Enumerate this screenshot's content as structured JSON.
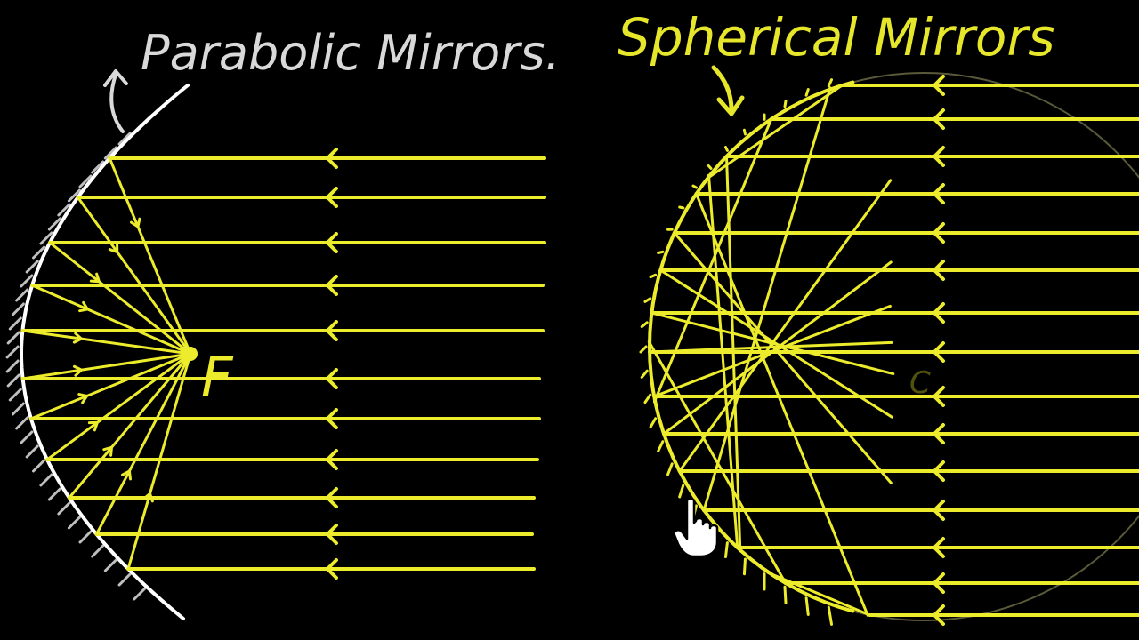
{
  "colors": {
    "background": "#000000",
    "ray": "#ecec2c",
    "parabola_mirror": "#ffffff",
    "left_title": "#d9d9d9",
    "right_title": "#e6e62a",
    "circle_guide": "#5a5a3a"
  },
  "left": {
    "title": "Parabolic Mirrors.",
    "focus_label": "F"
  },
  "right": {
    "title": "Spherical Mirrors",
    "center_label": "C"
  },
  "icons": {
    "cursor": "hand-pointer-cursor-icon",
    "title_arrow_left": "curved-arrow-icon",
    "title_arrow_right": "curved-arrow-icon"
  }
}
